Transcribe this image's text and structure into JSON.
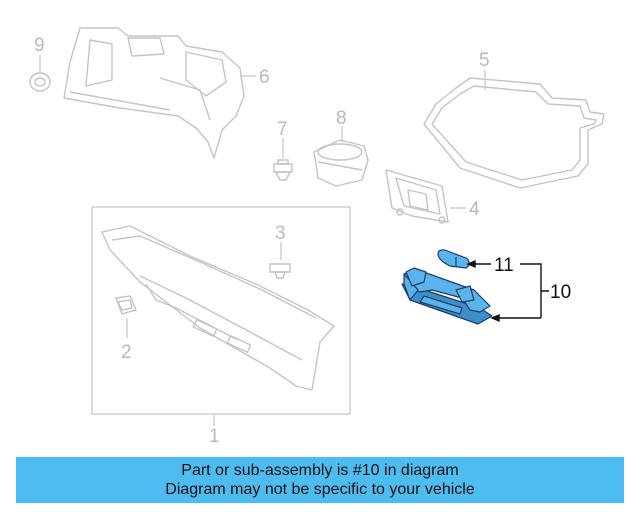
{
  "callouts": [
    "1",
    "2",
    "3",
    "4",
    "5",
    "6",
    "7",
    "8",
    "9",
    "10",
    "11"
  ],
  "highlighted_part": "10",
  "colors": {
    "highlight": "#5ab3ea",
    "banner": "#4dbcf1",
    "ghost": "#c4c4c4"
  },
  "banner": {
    "line1": "Part or sub-assembly is #10 in diagram",
    "line2": "Diagram may not be specific to your vehicle"
  }
}
